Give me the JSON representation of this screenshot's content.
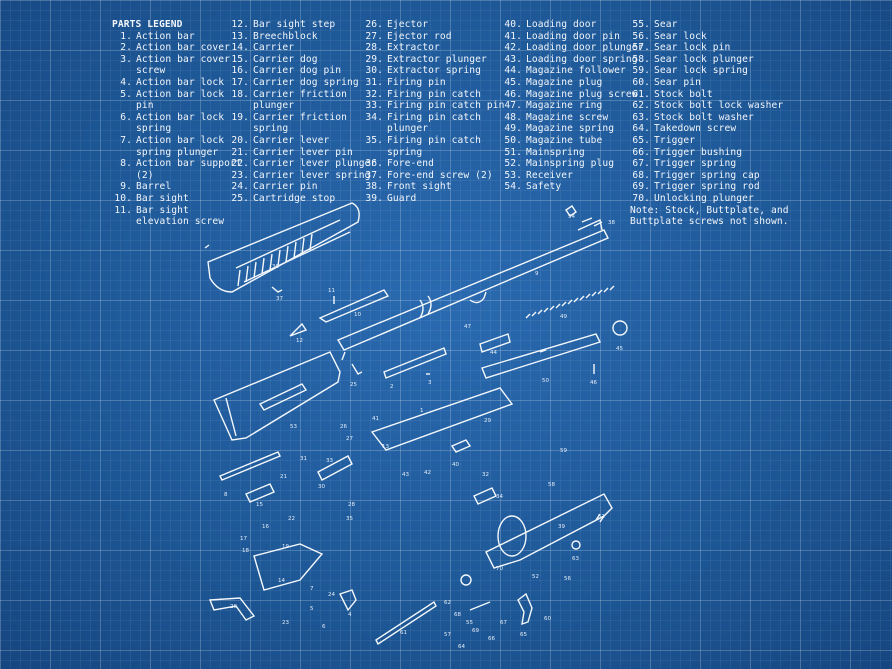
{
  "legend": {
    "title": "PARTS LEGEND",
    "columns": [
      [
        {
          "n": "1.",
          "t": "Action bar"
        },
        {
          "n": "2.",
          "t": "Action bar cover"
        },
        {
          "n": "3.",
          "t": "Action bar cover screw"
        },
        {
          "n": "4.",
          "t": "Action bar lock"
        },
        {
          "n": "5.",
          "t": "Action bar lock pin"
        },
        {
          "n": "6.",
          "t": "Action bar lock spring"
        },
        {
          "n": "7.",
          "t": "Action bar lock spring plunger"
        },
        {
          "n": "8.",
          "t": "Action bar support (2)"
        },
        {
          "n": "9.",
          "t": "Barrel"
        },
        {
          "n": "10.",
          "t": "Bar sight"
        },
        {
          "n": "11.",
          "t": "Bar sight elevation screw"
        }
      ],
      [
        {
          "n": "12.",
          "t": "Bar sight step"
        },
        {
          "n": "13.",
          "t": "Breechblock"
        },
        {
          "n": "14.",
          "t": "Carrier"
        },
        {
          "n": "15.",
          "t": "Carrier dog"
        },
        {
          "n": "16.",
          "t": "Carrier dog pin"
        },
        {
          "n": "17.",
          "t": "Carrier dog spring"
        },
        {
          "n": "18.",
          "t": "Carrier friction plunger"
        },
        {
          "n": "19.",
          "t": "Carrier friction spring"
        },
        {
          "n": "20.",
          "t": "Carrier lever"
        },
        {
          "n": "21.",
          "t": "Carrier lever pin"
        },
        {
          "n": "22.",
          "t": "Carrier lever plunger"
        },
        {
          "n": "23.",
          "t": "Carrier lever spring"
        },
        {
          "n": "24.",
          "t": "Carrier pin"
        },
        {
          "n": "25.",
          "t": "Cartridge stop"
        }
      ],
      [
        {
          "n": "26.",
          "t": "Ejector"
        },
        {
          "n": "27.",
          "t": "Ejector rod"
        },
        {
          "n": "28.",
          "t": "Extractor"
        },
        {
          "n": "29.",
          "t": "Extractor plunger"
        },
        {
          "n": "30.",
          "t": "Extractor spring"
        },
        {
          "n": "31.",
          "t": "Firing pin"
        },
        {
          "n": "32.",
          "t": "Firing pin catch"
        },
        {
          "n": "33.",
          "t": "Firing pin catch pin"
        },
        {
          "n": "34.",
          "t": "Firing pin catch plunger"
        },
        {
          "n": "35.",
          "t": "Firing pin catch spring"
        },
        {
          "n": "36.",
          "t": "Fore-end"
        },
        {
          "n": "37.",
          "t": "Fore-end screw (2)"
        },
        {
          "n": "38.",
          "t": "Front sight"
        },
        {
          "n": "39.",
          "t": "Guard"
        }
      ],
      [
        {
          "n": "40.",
          "t": "Loading door"
        },
        {
          "n": "41.",
          "t": "Loading door pin"
        },
        {
          "n": "42.",
          "t": "Loading door plunger"
        },
        {
          "n": "43.",
          "t": "Loading door spring"
        },
        {
          "n": "44.",
          "t": "Magazine follower"
        },
        {
          "n": "45.",
          "t": "Magazine plug"
        },
        {
          "n": "46.",
          "t": "Magazine plug screw"
        },
        {
          "n": "47.",
          "t": "Magazine ring"
        },
        {
          "n": "48.",
          "t": "Magazine screw"
        },
        {
          "n": "49.",
          "t": "Magazine spring"
        },
        {
          "n": "50.",
          "t": "Magazine tube"
        },
        {
          "n": "51.",
          "t": "Mainspring"
        },
        {
          "n": "52.",
          "t": "Mainspring plug"
        },
        {
          "n": "53.",
          "t": "Receiver"
        },
        {
          "n": "54.",
          "t": "Safety"
        }
      ],
      [
        {
          "n": "55.",
          "t": "Sear"
        },
        {
          "n": "56.",
          "t": "Sear lock"
        },
        {
          "n": "57.",
          "t": "Sear lock pin"
        },
        {
          "n": "58.",
          "t": "Sear lock plunger"
        },
        {
          "n": "59.",
          "t": "Sear lock spring"
        },
        {
          "n": "60.",
          "t": "Sear pin"
        },
        {
          "n": "61.",
          "t": "Stock bolt"
        },
        {
          "n": "62.",
          "t": "Stock bolt lock washer"
        },
        {
          "n": "63.",
          "t": "Stock bolt washer"
        },
        {
          "n": "64.",
          "t": "Takedown screw"
        },
        {
          "n": "65.",
          "t": "Trigger"
        },
        {
          "n": "66.",
          "t": "Trigger bushing"
        },
        {
          "n": "67.",
          "t": "Trigger spring"
        },
        {
          "n": "68.",
          "t": "Trigger spring cap"
        },
        {
          "n": "69.",
          "t": "Trigger spring rod"
        },
        {
          "n": "70.",
          "t": "Unlocking plunger"
        }
      ]
    ],
    "note": "Note: Stock, Buttplate, and Buttplate screws not shown."
  },
  "callouts": {
    "fore_end": "36",
    "fore_end_screw": "37",
    "barrel": "9",
    "front_sight": "38",
    "bar_sight_screw": "11",
    "bar_sight": "10",
    "bar_sight_step": "12",
    "magazine_ring": "47",
    "magazine_spring": "49",
    "magazine_tube": "50",
    "magazine_follower": "44",
    "magazine_plug": "45",
    "magazine_plug_screw": "46",
    "safety": "54",
    "receiver": "53",
    "cartridge_stop": "25",
    "action_bar_cover": "2",
    "action_bar_cover_screw": "3",
    "action_bar": "1",
    "loading_door_pin": "41",
    "ejector": "26",
    "ejector_rod": "27",
    "extractor_plunger": "29",
    "breechblock": "13",
    "loading_door_spring": "43",
    "loading_door_plunger": "42",
    "loading_door": "40",
    "action_bar_support": "8",
    "carrier_lever_pin": "21",
    "carrier_dog": "15",
    "carrier_dog_pin": "16",
    "carrier_dog_spring": "17",
    "firing_pin": "31",
    "firing_pin_catch_pin": "33",
    "extractor_spring": "30",
    "extractor": "28",
    "firing_pin_catch_spring": "35",
    "firing_pin_catch": "32",
    "firing_pin_catch_plunger": "34",
    "carrier_lever_plunger": "22",
    "sear_lock_spring": "59",
    "sear_lock_plunger": "58",
    "guard": "39",
    "mainspring": "51",
    "stock_bolt_washer": "63",
    "stock_bolt_lock_washer": "62",
    "stock_bolt": "61",
    "carrier_friction_plunger": "18",
    "carrier_friction_spring": "19",
    "carrier": "14",
    "carrier_pin": "24",
    "carrier_lever": "20",
    "action_bar_lock_spring_plunger": "7",
    "carrier_lever_spring": "23",
    "action_bar_lock_pin": "5",
    "action_bar_lock": "4",
    "action_bar_lock_spring": "6",
    "unlocking_plunger": "70",
    "mainspring_plug": "52",
    "sear": "55",
    "trigger_spring": "67",
    "trigger_spring_cap": "68",
    "trigger_spring_rod": "69",
    "sear_lock_pin": "57",
    "sear_pin": "60",
    "sear_lock": "56",
    "trigger": "65",
    "trigger_bushing": "66",
    "takedown_screw": "64"
  }
}
